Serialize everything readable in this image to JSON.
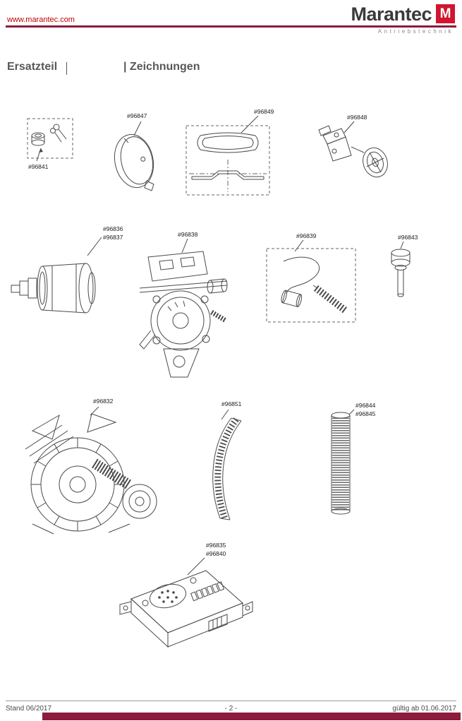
{
  "header": {
    "website": "www.marantec.com",
    "brand": "Marantec",
    "brand_logo_letter": "M",
    "brand_sub": "Antriebstechnik"
  },
  "title": {
    "left": "Ersatzteil",
    "right": "| Zeichnungen"
  },
  "parts": [
    {
      "id": "96841",
      "labels": [
        "#96841"
      ]
    },
    {
      "id": "96847",
      "labels": [
        "#96847"
      ]
    },
    {
      "id": "96849",
      "labels": [
        "#96849"
      ]
    },
    {
      "id": "96848",
      "labels": [
        "#96848"
      ]
    },
    {
      "id": "96836-96837",
      "labels": [
        "#96836",
        "#96837"
      ]
    },
    {
      "id": "96838",
      "labels": [
        "#96838"
      ]
    },
    {
      "id": "96839",
      "labels": [
        "#96839"
      ]
    },
    {
      "id": "96843",
      "labels": [
        "#96843"
      ]
    },
    {
      "id": "96832",
      "labels": [
        "#96832"
      ]
    },
    {
      "id": "96851",
      "labels": [
        "#96851"
      ]
    },
    {
      "id": "96844-96845",
      "labels": [
        "#96844",
        "#96845"
      ]
    },
    {
      "id": "96835-96840",
      "labels": [
        "#96835",
        "#96840"
      ]
    }
  ],
  "footer": {
    "left": "Stand 06/2017",
    "center": "- 2 -",
    "right": "gültig ab 01.06.2017"
  },
  "colors": {
    "link_red": "#c00000",
    "logo_red": "#d0152f",
    "rule_maroon": "#8c1b3d",
    "title_gray": "#58585a",
    "drawing_stroke": "#4a4a4a"
  }
}
